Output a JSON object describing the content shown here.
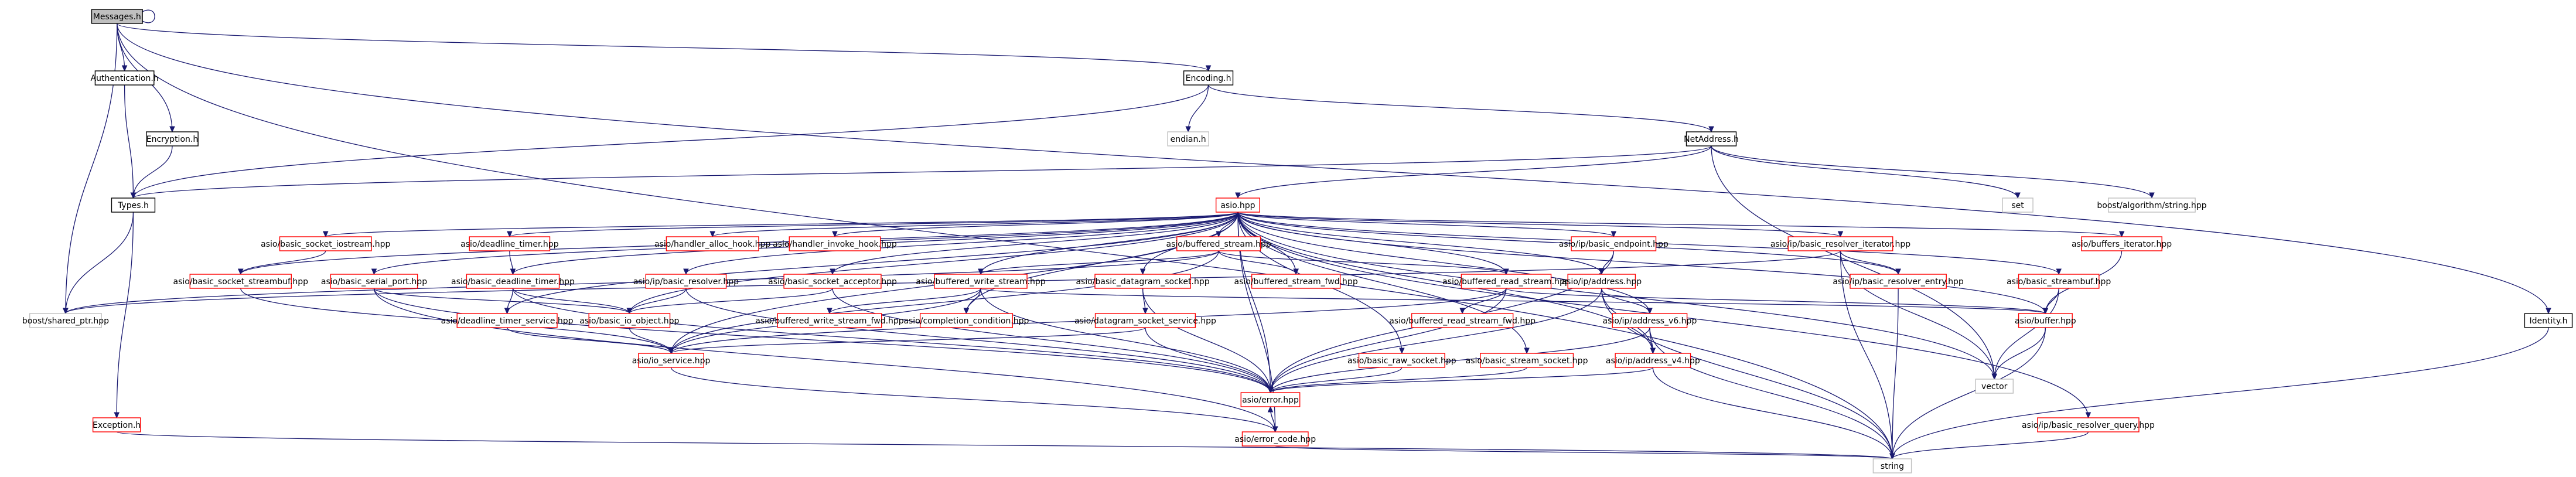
{
  "diagram": {
    "nodes": [
      {
        "id": "messages",
        "label": "Messages.h",
        "style": "root"
      },
      {
        "id": "authentication",
        "label": "Authentication.h",
        "style": "black"
      },
      {
        "id": "encryption",
        "label": "Encryption.h",
        "style": "black"
      },
      {
        "id": "types",
        "label": "Types.h",
        "style": "black"
      },
      {
        "id": "encoding",
        "label": "Encoding.h",
        "style": "black"
      },
      {
        "id": "endian",
        "label": "endian.h",
        "style": "grey"
      },
      {
        "id": "netaddress",
        "label": "NetAddress.h",
        "style": "black"
      },
      {
        "id": "set",
        "label": "set",
        "style": "grey"
      },
      {
        "id": "boost_algo",
        "label": "boost/algorithm/string.hpp",
        "style": "grey"
      },
      {
        "id": "identity",
        "label": "Identity.h",
        "style": "black"
      },
      {
        "id": "shared_ptr",
        "label": "boost/shared_ptr.hpp",
        "style": "grey"
      },
      {
        "id": "asio",
        "label": "asio.hpp",
        "style": "red"
      },
      {
        "id": "exception",
        "label": "Exception.h",
        "style": "red"
      },
      {
        "id": "string",
        "label": "string",
        "style": "grey"
      },
      {
        "id": "vector",
        "label": "vector",
        "style": "grey"
      },
      {
        "id": "basic_socket_iostream",
        "label": "asio/basic_socket_iostream.hpp",
        "style": "red"
      },
      {
        "id": "deadline_timer",
        "label": "asio/deadline_timer.hpp",
        "style": "red"
      },
      {
        "id": "handler_alloc_hook",
        "label": "asio/handler_alloc_hook.hpp",
        "style": "red"
      },
      {
        "id": "handler_invoke_hook",
        "label": "asio/handler_invoke_hook.hpp",
        "style": "red"
      },
      {
        "id": "buffered_stream",
        "label": "asio/buffered_stream.hpp",
        "style": "red"
      },
      {
        "id": "basic_endpoint",
        "label": "asio/ip/basic_endpoint.hpp",
        "style": "red"
      },
      {
        "id": "basic_resolver_iterator",
        "label": "asio/ip/basic_resolver_iterator.hpp",
        "style": "red"
      },
      {
        "id": "buffers_iterator",
        "label": "asio/buffers_iterator.hpp",
        "style": "red"
      },
      {
        "id": "basic_socket_streambuf",
        "label": "asio/basic_socket_streambuf.hpp",
        "style": "red"
      },
      {
        "id": "basic_serial_port",
        "label": "asio/basic_serial_port.hpp",
        "style": "red"
      },
      {
        "id": "basic_deadline_timer",
        "label": "asio/basic_deadline_timer.hpp",
        "style": "red"
      },
      {
        "id": "ip_basic_resolver",
        "label": "asio/ip/basic_resolver.hpp",
        "style": "red"
      },
      {
        "id": "basic_socket_acceptor",
        "label": "asio/basic_socket_acceptor.hpp",
        "style": "red"
      },
      {
        "id": "buffered_write_stream",
        "label": "asio/buffered_write_stream.hpp",
        "style": "red"
      },
      {
        "id": "basic_datagram_socket",
        "label": "asio/basic_datagram_socket.hpp",
        "style": "red"
      },
      {
        "id": "buffered_stream_fwd",
        "label": "asio/buffered_stream_fwd.hpp",
        "style": "red"
      },
      {
        "id": "buffered_read_stream",
        "label": "asio/buffered_read_stream.hpp",
        "style": "red"
      },
      {
        "id": "ip_address",
        "label": "asio/ip/address.hpp",
        "style": "red"
      },
      {
        "id": "basic_resolver_entry",
        "label": "asio/ip/basic_resolver_entry.hpp",
        "style": "red"
      },
      {
        "id": "basic_streambuf",
        "label": "asio/basic_streambuf.hpp",
        "style": "red"
      },
      {
        "id": "deadline_timer_service",
        "label": "asio/deadline_timer_service.hpp",
        "style": "red"
      },
      {
        "id": "basic_io_object",
        "label": "asio/basic_io_object.hpp",
        "style": "red"
      },
      {
        "id": "buffered_write_stream_fwd",
        "label": "asio/buffered_write_stream_fwd.hpp",
        "style": "red"
      },
      {
        "id": "completion_condition",
        "label": "asio/completion_condition.hpp",
        "style": "red"
      },
      {
        "id": "datagram_socket_service",
        "label": "asio/datagram_socket_service.hpp",
        "style": "red"
      },
      {
        "id": "buffered_read_stream_fwd",
        "label": "asio/buffered_read_stream_fwd.hpp",
        "style": "red"
      },
      {
        "id": "address_v6",
        "label": "asio/ip/address_v6.hpp",
        "style": "red"
      },
      {
        "id": "buffer",
        "label": "asio/buffer.hpp",
        "style": "red"
      },
      {
        "id": "io_service",
        "label": "asio/io_service.hpp",
        "style": "red"
      },
      {
        "id": "basic_raw_socket",
        "label": "asio/basic_raw_socket.hpp",
        "style": "red"
      },
      {
        "id": "basic_stream_socket",
        "label": "asio/basic_stream_socket.hpp",
        "style": "red"
      },
      {
        "id": "address_v4",
        "label": "asio/ip/address_v4.hpp",
        "style": "red"
      },
      {
        "id": "error",
        "label": "asio/error.hpp",
        "style": "red"
      },
      {
        "id": "basic_resolver_query",
        "label": "asio/ip/basic_resolver_query.hpp",
        "style": "red"
      },
      {
        "id": "error_code",
        "label": "asio/error_code.hpp",
        "style": "red"
      }
    ],
    "edges": [
      [
        "messages",
        "messages"
      ],
      [
        "messages",
        "authentication"
      ],
      [
        "messages",
        "encryption"
      ],
      [
        "messages",
        "encoding"
      ],
      [
        "messages",
        "identity"
      ],
      [
        "messages",
        "shared_ptr"
      ],
      [
        "messages",
        "string"
      ],
      [
        "authentication",
        "types"
      ],
      [
        "encryption",
        "types"
      ],
      [
        "types",
        "shared_ptr"
      ],
      [
        "encoding",
        "endian"
      ],
      [
        "encoding",
        "netaddress"
      ],
      [
        "encoding",
        "types"
      ],
      [
        "netaddress",
        "types"
      ],
      [
        "netaddress",
        "set"
      ],
      [
        "netaddress",
        "boost_algo"
      ],
      [
        "netaddress",
        "asio"
      ],
      [
        "netaddress",
        "vector"
      ],
      [
        "identity",
        "string"
      ],
      [
        "types",
        "exception"
      ],
      [
        "exception",
        "string"
      ],
      [
        "asio",
        "basic_socket_iostream"
      ],
      [
        "asio",
        "deadline_timer"
      ],
      [
        "asio",
        "handler_alloc_hook"
      ],
      [
        "asio",
        "handler_invoke_hook"
      ],
      [
        "asio",
        "buffered_stream"
      ],
      [
        "asio",
        "basic_endpoint"
      ],
      [
        "asio",
        "basic_resolver_iterator"
      ],
      [
        "asio",
        "buffers_iterator"
      ],
      [
        "asio",
        "basic_socket_streambuf"
      ],
      [
        "asio",
        "basic_serial_port"
      ],
      [
        "asio",
        "basic_deadline_timer"
      ],
      [
        "asio",
        "ip_basic_resolver"
      ],
      [
        "asio",
        "basic_socket_acceptor"
      ],
      [
        "asio",
        "buffered_write_stream"
      ],
      [
        "asio",
        "basic_datagram_socket"
      ],
      [
        "asio",
        "buffered_stream_fwd"
      ],
      [
        "asio",
        "buffered_read_stream"
      ],
      [
        "asio",
        "ip_address"
      ],
      [
        "asio",
        "basic_resolver_entry"
      ],
      [
        "asio",
        "basic_streambuf"
      ],
      [
        "asio",
        "error"
      ],
      [
        "asio",
        "basic_raw_socket"
      ],
      [
        "asio",
        "basic_stream_socket"
      ],
      [
        "asio",
        "basic_resolver_query"
      ],
      [
        "asio",
        "address_v6"
      ],
      [
        "asio",
        "address_v4"
      ],
      [
        "asio",
        "buffer"
      ],
      [
        "asio",
        "vector"
      ],
      [
        "asio",
        "io_service"
      ],
      [
        "asio",
        "error_code"
      ],
      [
        "asio",
        "completion_condition"
      ],
      [
        "asio",
        "deadline_timer_service"
      ],
      [
        "asio",
        "basic_io_object"
      ],
      [
        "basic_socket_iostream",
        "basic_socket_streambuf"
      ],
      [
        "basic_socket_streambuf",
        "io_service"
      ],
      [
        "deadline_timer",
        "basic_deadline_timer"
      ],
      [
        "basic_deadline_timer",
        "deadline_timer_service"
      ],
      [
        "basic_deadline_timer",
        "basic_io_object"
      ],
      [
        "basic_deadline_timer",
        "error"
      ],
      [
        "buffered_stream",
        "buffered_write_stream"
      ],
      [
        "buffered_stream",
        "buffered_read_stream"
      ],
      [
        "buffered_stream",
        "buffered_stream_fwd"
      ],
      [
        "buffered_stream",
        "io_service"
      ],
      [
        "buffered_stream",
        "shared_ptr"
      ],
      [
        "basic_endpoint",
        "ip_address"
      ],
      [
        "basic_endpoint",
        "error"
      ],
      [
        "basic_resolver_iterator",
        "basic_resolver_entry"
      ],
      [
        "basic_resolver_iterator",
        "string"
      ],
      [
        "basic_resolver_iterator",
        "vector"
      ],
      [
        "basic_resolver_iterator",
        "shared_ptr"
      ],
      [
        "buffers_iterator",
        "buffer"
      ],
      [
        "basic_streambuf",
        "buffer"
      ],
      [
        "basic_streambuf",
        "vector"
      ],
      [
        "basic_serial_port",
        "basic_io_object"
      ],
      [
        "basic_serial_port",
        "error"
      ],
      [
        "basic_serial_port",
        "error_code"
      ],
      [
        "ip_basic_resolver",
        "basic_io_object"
      ],
      [
        "ip_basic_resolver",
        "error"
      ],
      [
        "basic_socket_acceptor",
        "basic_io_object"
      ],
      [
        "basic_socket_acceptor",
        "error"
      ],
      [
        "buffered_write_stream",
        "buffered_write_stream_fwd"
      ],
      [
        "buffered_write_stream",
        "completion_condition"
      ],
      [
        "buffered_write_stream",
        "buffer"
      ],
      [
        "buffered_write_stream",
        "io_service"
      ],
      [
        "buffered_write_stream",
        "error"
      ],
      [
        "basic_datagram_socket",
        "datagram_socket_service"
      ],
      [
        "basic_datagram_socket",
        "error"
      ],
      [
        "buffered_read_stream",
        "buffered_read_stream_fwd"
      ],
      [
        "buffered_read_stream",
        "buffer"
      ],
      [
        "buffered_read_stream",
        "io_service"
      ],
      [
        "buffered_read_stream",
        "error"
      ],
      [
        "ip_address",
        "address_v6"
      ],
      [
        "ip_address",
        "address_v4"
      ],
      [
        "ip_address",
        "error"
      ],
      [
        "ip_address",
        "string"
      ],
      [
        "address_v6",
        "address_v4"
      ],
      [
        "address_v6",
        "error"
      ],
      [
        "address_v6",
        "string"
      ],
      [
        "address_v4",
        "error"
      ],
      [
        "address_v4",
        "string"
      ],
      [
        "basic_resolver_entry",
        "string"
      ],
      [
        "basic_resolver_query",
        "string"
      ],
      [
        "deadline_timer_service",
        "io_service"
      ],
      [
        "basic_io_object",
        "io_service"
      ],
      [
        "datagram_socket_service",
        "io_service"
      ],
      [
        "datagram_socket_service",
        "error"
      ],
      [
        "basic_raw_socket",
        "error"
      ],
      [
        "basic_stream_socket",
        "error"
      ],
      [
        "io_service",
        "error_code"
      ],
      [
        "buffer",
        "vector"
      ],
      [
        "buffer",
        "string"
      ],
      [
        "error",
        "error_code"
      ],
      [
        "error_code",
        "error"
      ],
      [
        "error_code",
        "string"
      ]
    ]
  }
}
